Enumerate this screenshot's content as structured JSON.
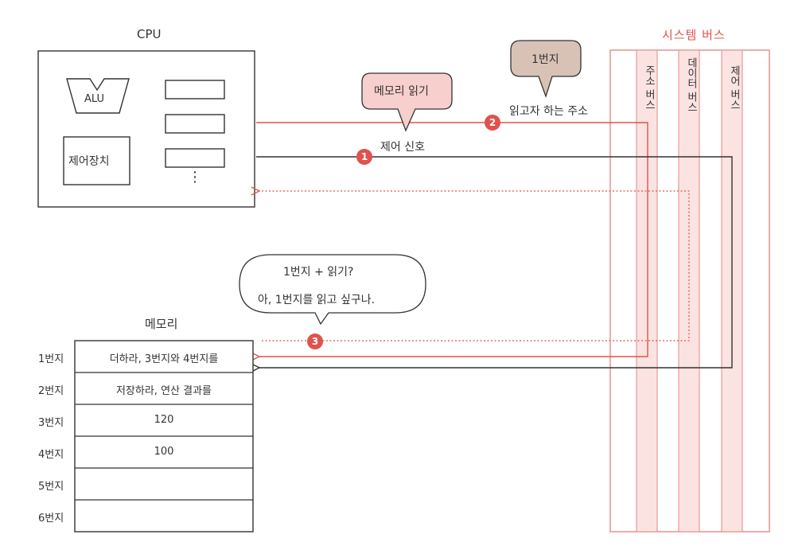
{
  "cpu": {
    "title": "CPU",
    "alu_label": "ALU",
    "control_unit_label": "제어장치",
    "register_ellipsis": "⋮"
  },
  "system_bus": {
    "title": "시스템 버스",
    "lines": [
      {
        "label": "주소 버스"
      },
      {
        "label": "데이터 버스"
      },
      {
        "label": "제어 버스"
      }
    ]
  },
  "signals": {
    "memory_read_bubble": "메모리 읽기",
    "control_signal_label": "제어 신호",
    "address_bubble": "1번지",
    "address_label": "읽고자 하는 주소"
  },
  "steps": [
    "1",
    "2",
    "3"
  ],
  "memory_speech": {
    "line1": "1번지 + 읽기?",
    "line2": "아, 1번지를 읽고 싶구나."
  },
  "memory": {
    "title": "메모리",
    "rows": [
      {
        "address": "1번지",
        "content": "더하라, 3번지와 4번지를"
      },
      {
        "address": "2번지",
        "content": "저장하라, 연산 결과를"
      },
      {
        "address": "3번지",
        "content": "120"
      },
      {
        "address": "4번지",
        "content": "100"
      },
      {
        "address": "5번지",
        "content": ""
      },
      {
        "address": "6번지",
        "content": ""
      }
    ]
  },
  "colors": {
    "accent": "#e0524c",
    "bus_fill": "#fbe3e1",
    "bubble_red": "#f7cfcc",
    "bubble_brown": "#d8c2b6",
    "line": "#333333"
  }
}
